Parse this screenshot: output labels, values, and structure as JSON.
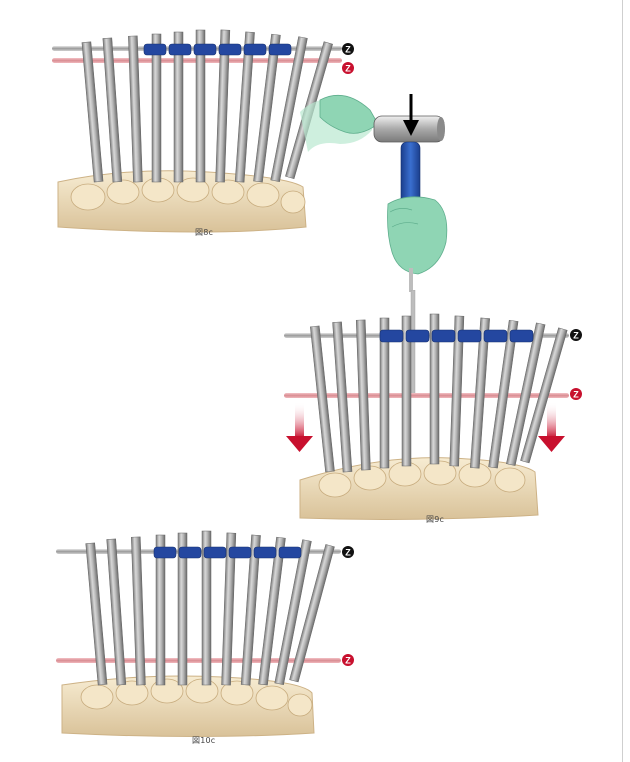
{
  "figures": [
    {
      "id": "8c",
      "caption": "図8c",
      "rod_marker_top": "Z",
      "rod_marker_bottom": "Z"
    },
    {
      "id": "9c",
      "caption": "図9c",
      "rod_marker_top": "Z",
      "rod_marker_bottom": "Z"
    },
    {
      "id": "10c",
      "caption": "図10c",
      "rod_marker_top": "Z",
      "rod_marker_bottom": "Z"
    }
  ],
  "colors": {
    "rod_top": "#9a9a9a",
    "rod_bottom": "#d98c92",
    "clamp": "#2447a0",
    "marker_top": "#111111",
    "marker_bottom": "#c8102e",
    "arrow_red": "#c8102e",
    "glove": "#8fd5b4",
    "hammer_handle": "#2a56b0",
    "bone": "#efe0c0"
  },
  "icons": [
    "mallet-icon",
    "gloved-hand-icon",
    "down-arrow-icon",
    "z-marker-icon",
    "spine-icon"
  ]
}
